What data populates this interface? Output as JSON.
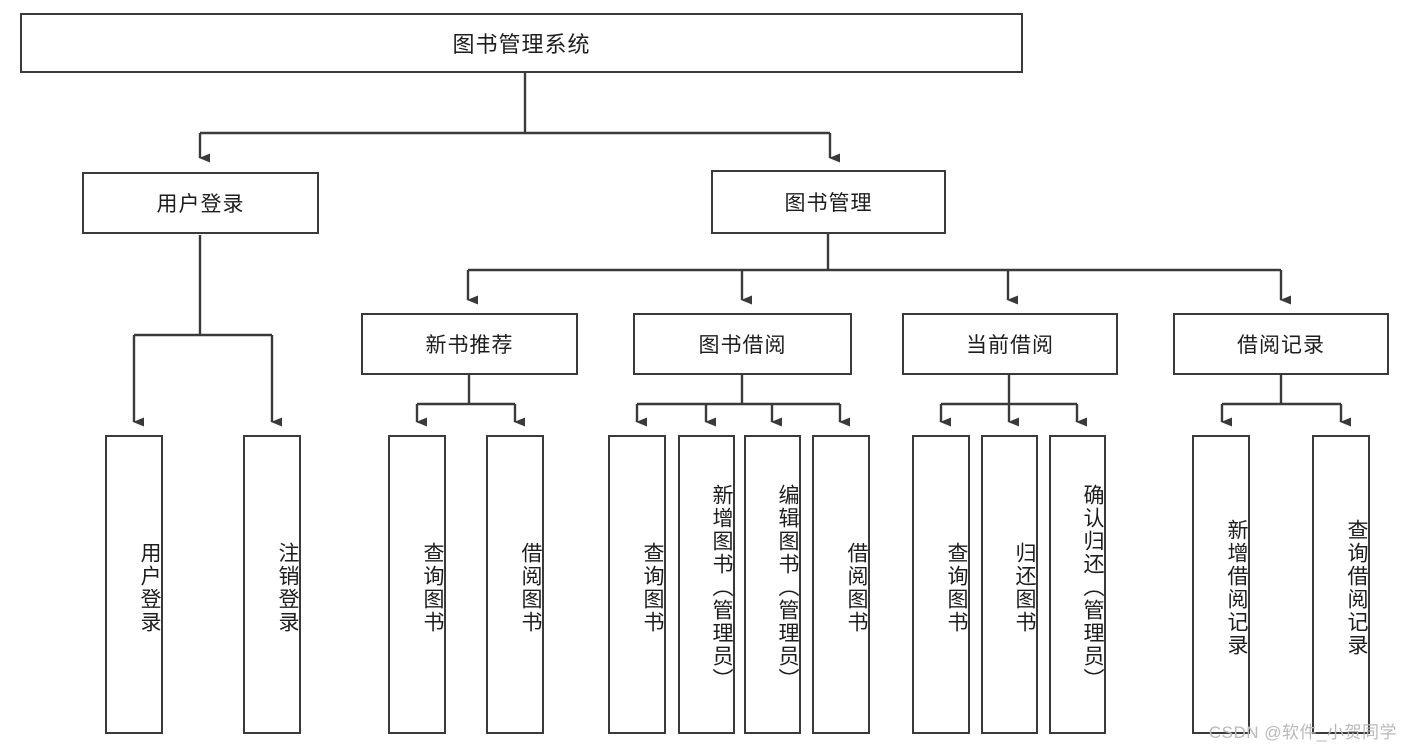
{
  "diagram": {
    "type": "tree",
    "title": "图书管理系统",
    "root": {
      "id": "root",
      "label": "图书管理系统",
      "orientation": "horizontal"
    },
    "level2": [
      {
        "id": "user-login",
        "label": "用户登录",
        "orientation": "horizontal"
      },
      {
        "id": "book-management",
        "label": "图书管理",
        "orientation": "horizontal"
      }
    ],
    "level3": [
      {
        "id": "new-book-recommend",
        "label": "新书推荐",
        "orientation": "horizontal",
        "parent": "book-management"
      },
      {
        "id": "book-borrow",
        "label": "图书借阅",
        "orientation": "horizontal",
        "parent": "book-management"
      },
      {
        "id": "current-borrow",
        "label": "当前借阅",
        "orientation": "horizontal",
        "parent": "book-management"
      },
      {
        "id": "borrow-record",
        "label": "借阅记录",
        "orientation": "horizontal",
        "parent": "book-management"
      }
    ],
    "leaves": [
      {
        "id": "leaf-user-login",
        "label": "用户登录",
        "orientation": "vertical",
        "parent": "user-login"
      },
      {
        "id": "leaf-logout-login",
        "label": "注销登录",
        "orientation": "vertical",
        "parent": "user-login"
      },
      {
        "id": "leaf-query-book-1",
        "label": "查询图书",
        "orientation": "vertical",
        "parent": "new-book-recommend"
      },
      {
        "id": "leaf-borrow-book-1",
        "label": "借阅图书",
        "orientation": "vertical",
        "parent": "new-book-recommend"
      },
      {
        "id": "leaf-query-book-2",
        "label": "查询图书",
        "orientation": "vertical",
        "parent": "book-borrow"
      },
      {
        "id": "leaf-add-book",
        "label": "新增图书（管理员）",
        "orientation": "vertical",
        "parent": "book-borrow"
      },
      {
        "id": "leaf-edit-book",
        "label": "编辑图书（管理员）",
        "orientation": "vertical",
        "parent": "book-borrow"
      },
      {
        "id": "leaf-borrow-book-2",
        "label": "借阅图书",
        "orientation": "vertical",
        "parent": "book-borrow"
      },
      {
        "id": "leaf-query-book-3",
        "label": "查询图书",
        "orientation": "vertical",
        "parent": "current-borrow"
      },
      {
        "id": "leaf-return-book",
        "label": "归还图书",
        "orientation": "vertical",
        "parent": "current-borrow"
      },
      {
        "id": "leaf-confirm-return",
        "label": "确认归还（管理员）",
        "orientation": "vertical",
        "parent": "current-borrow"
      },
      {
        "id": "leaf-add-record",
        "label": "新增借阅记录",
        "orientation": "vertical",
        "parent": "borrow-record"
      },
      {
        "id": "leaf-query-record",
        "label": "查询借阅记录",
        "orientation": "vertical",
        "parent": "borrow-record"
      }
    ],
    "watermark": "CSDN @软件_小贺同学",
    "colors": {
      "stroke": "#3a3a3a",
      "fill": "#ffffff",
      "text": "#1d1d1d",
      "watermark": "#b9b9b9"
    }
  }
}
